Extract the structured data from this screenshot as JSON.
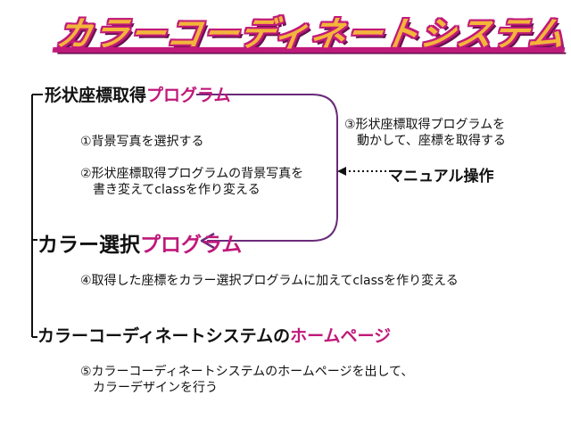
{
  "title": "カラーコーディネートシステム",
  "nodes": {
    "shape_program": {
      "kanji": "形状座標取得",
      "katakana": "プログラム"
    },
    "color_select_program": {
      "katakana1": "カラー",
      "kanji": "選択",
      "katakana2": "プログラム"
    },
    "homepage": {
      "prefix": "カラーコーディネートシステムの",
      "suffix": "ホームページ"
    }
  },
  "steps": {
    "step1": "①背景写真を選択する",
    "step2_line1": "②形状座標取得プログラムの背景写真を",
    "step2_line2": "　書き変えてclassを作り変える",
    "step3_line1": "③形状座標取得プログラムを",
    "step3_line2": "　動かして、座標を取得する",
    "step4": "④取得した座標をカラー選択プログラムに加えてclassを作り変える",
    "step5_line1": "⑤カラーコーディネートシステムのホームページを出して、",
    "step5_line2": "　カラーデザインを行う"
  },
  "manual_operation": "マニュアル操作",
  "colors": {
    "accent": "#c0197a",
    "title_fill": "#f3b53a",
    "connector": "#6a2a7a",
    "text": "#111111"
  }
}
